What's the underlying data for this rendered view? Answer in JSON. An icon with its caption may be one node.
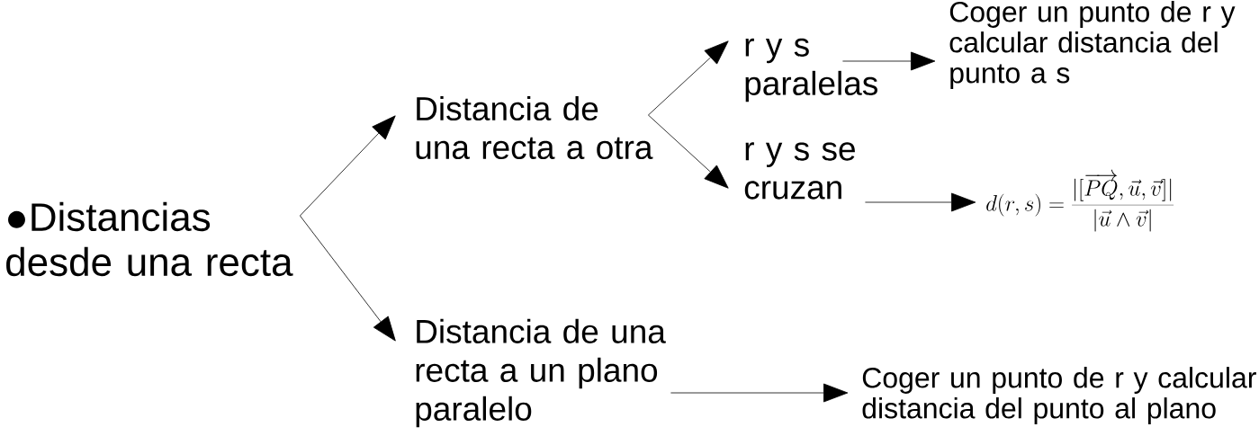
{
  "diagram": {
    "nodes": [
      {
        "text": [
          "●Distancias desde una recta"
        ]
      },
      {
        "text": [
          "Distancia de una recta a otra"
        ]
      },
      {
        "text": [
          "r y s paralelas"
        ]
      },
      {
        "text": [
          "r y s se cruzan"
        ]
      },
      {
        "text": [
          "Coger un punto de r y calcular distancia del punto a s"
        ]
      },
      {
        "text": [
          "d(r,s)=\\frac{|[\\overrightarrow{PQ},\\vec u,\\vec v]|}{|\\vec u\\wedge\\vec v|}"
        ]
      },
      {
        "text": [
          "Distancia de una recta a un plano paralelo"
        ]
      },
      {
        "text": [
          "Coger un punto de r y calcular distancia del punto al plano"
        ]
      }
    ],
    "edges": [
      {
        "from": 0,
        "to": 1,
        "arrow": "to"
      },
      {
        "from": 0,
        "to": 6,
        "arrow": "to"
      },
      {
        "from": 1,
        "to": 2,
        "arrow": "to"
      },
      {
        "from": 1,
        "to": 3,
        "arrow": "to"
      },
      {
        "from": 2,
        "to": 4,
        "arrow": "to"
      },
      {
        "from": 3,
        "to": 5,
        "arrow": "to"
      },
      {
        "from": 6,
        "to": 7,
        "arrow": "to"
      }
    ]
  }
}
